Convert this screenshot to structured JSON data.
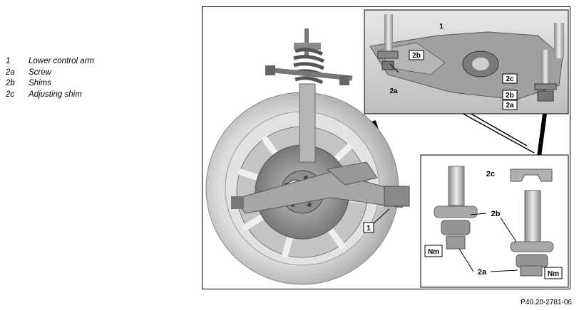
{
  "legend": [
    {
      "code": "1",
      "text": "Lower control arm"
    },
    {
      "code": "2a",
      "text": "Screw"
    },
    {
      "code": "2b",
      "text": "Shims"
    },
    {
      "code": "2c",
      "text": "Adjusting shim"
    }
  ],
  "figure": {
    "callouts": {
      "c1_main": "1",
      "c1_detail": "1",
      "c2b_top_left": "2b",
      "c2a_top_left": "2a",
      "c2c_top_right": "2c",
      "c2b_top_right": "2b",
      "c2a_top_right": "2a",
      "c2c_bottom": "2c",
      "c2b_bottom": "2b",
      "c2a_bottom": "2a",
      "nm_left": "Nm",
      "nm_right": "Nm"
    },
    "caption": "P40.20-2781-06"
  }
}
